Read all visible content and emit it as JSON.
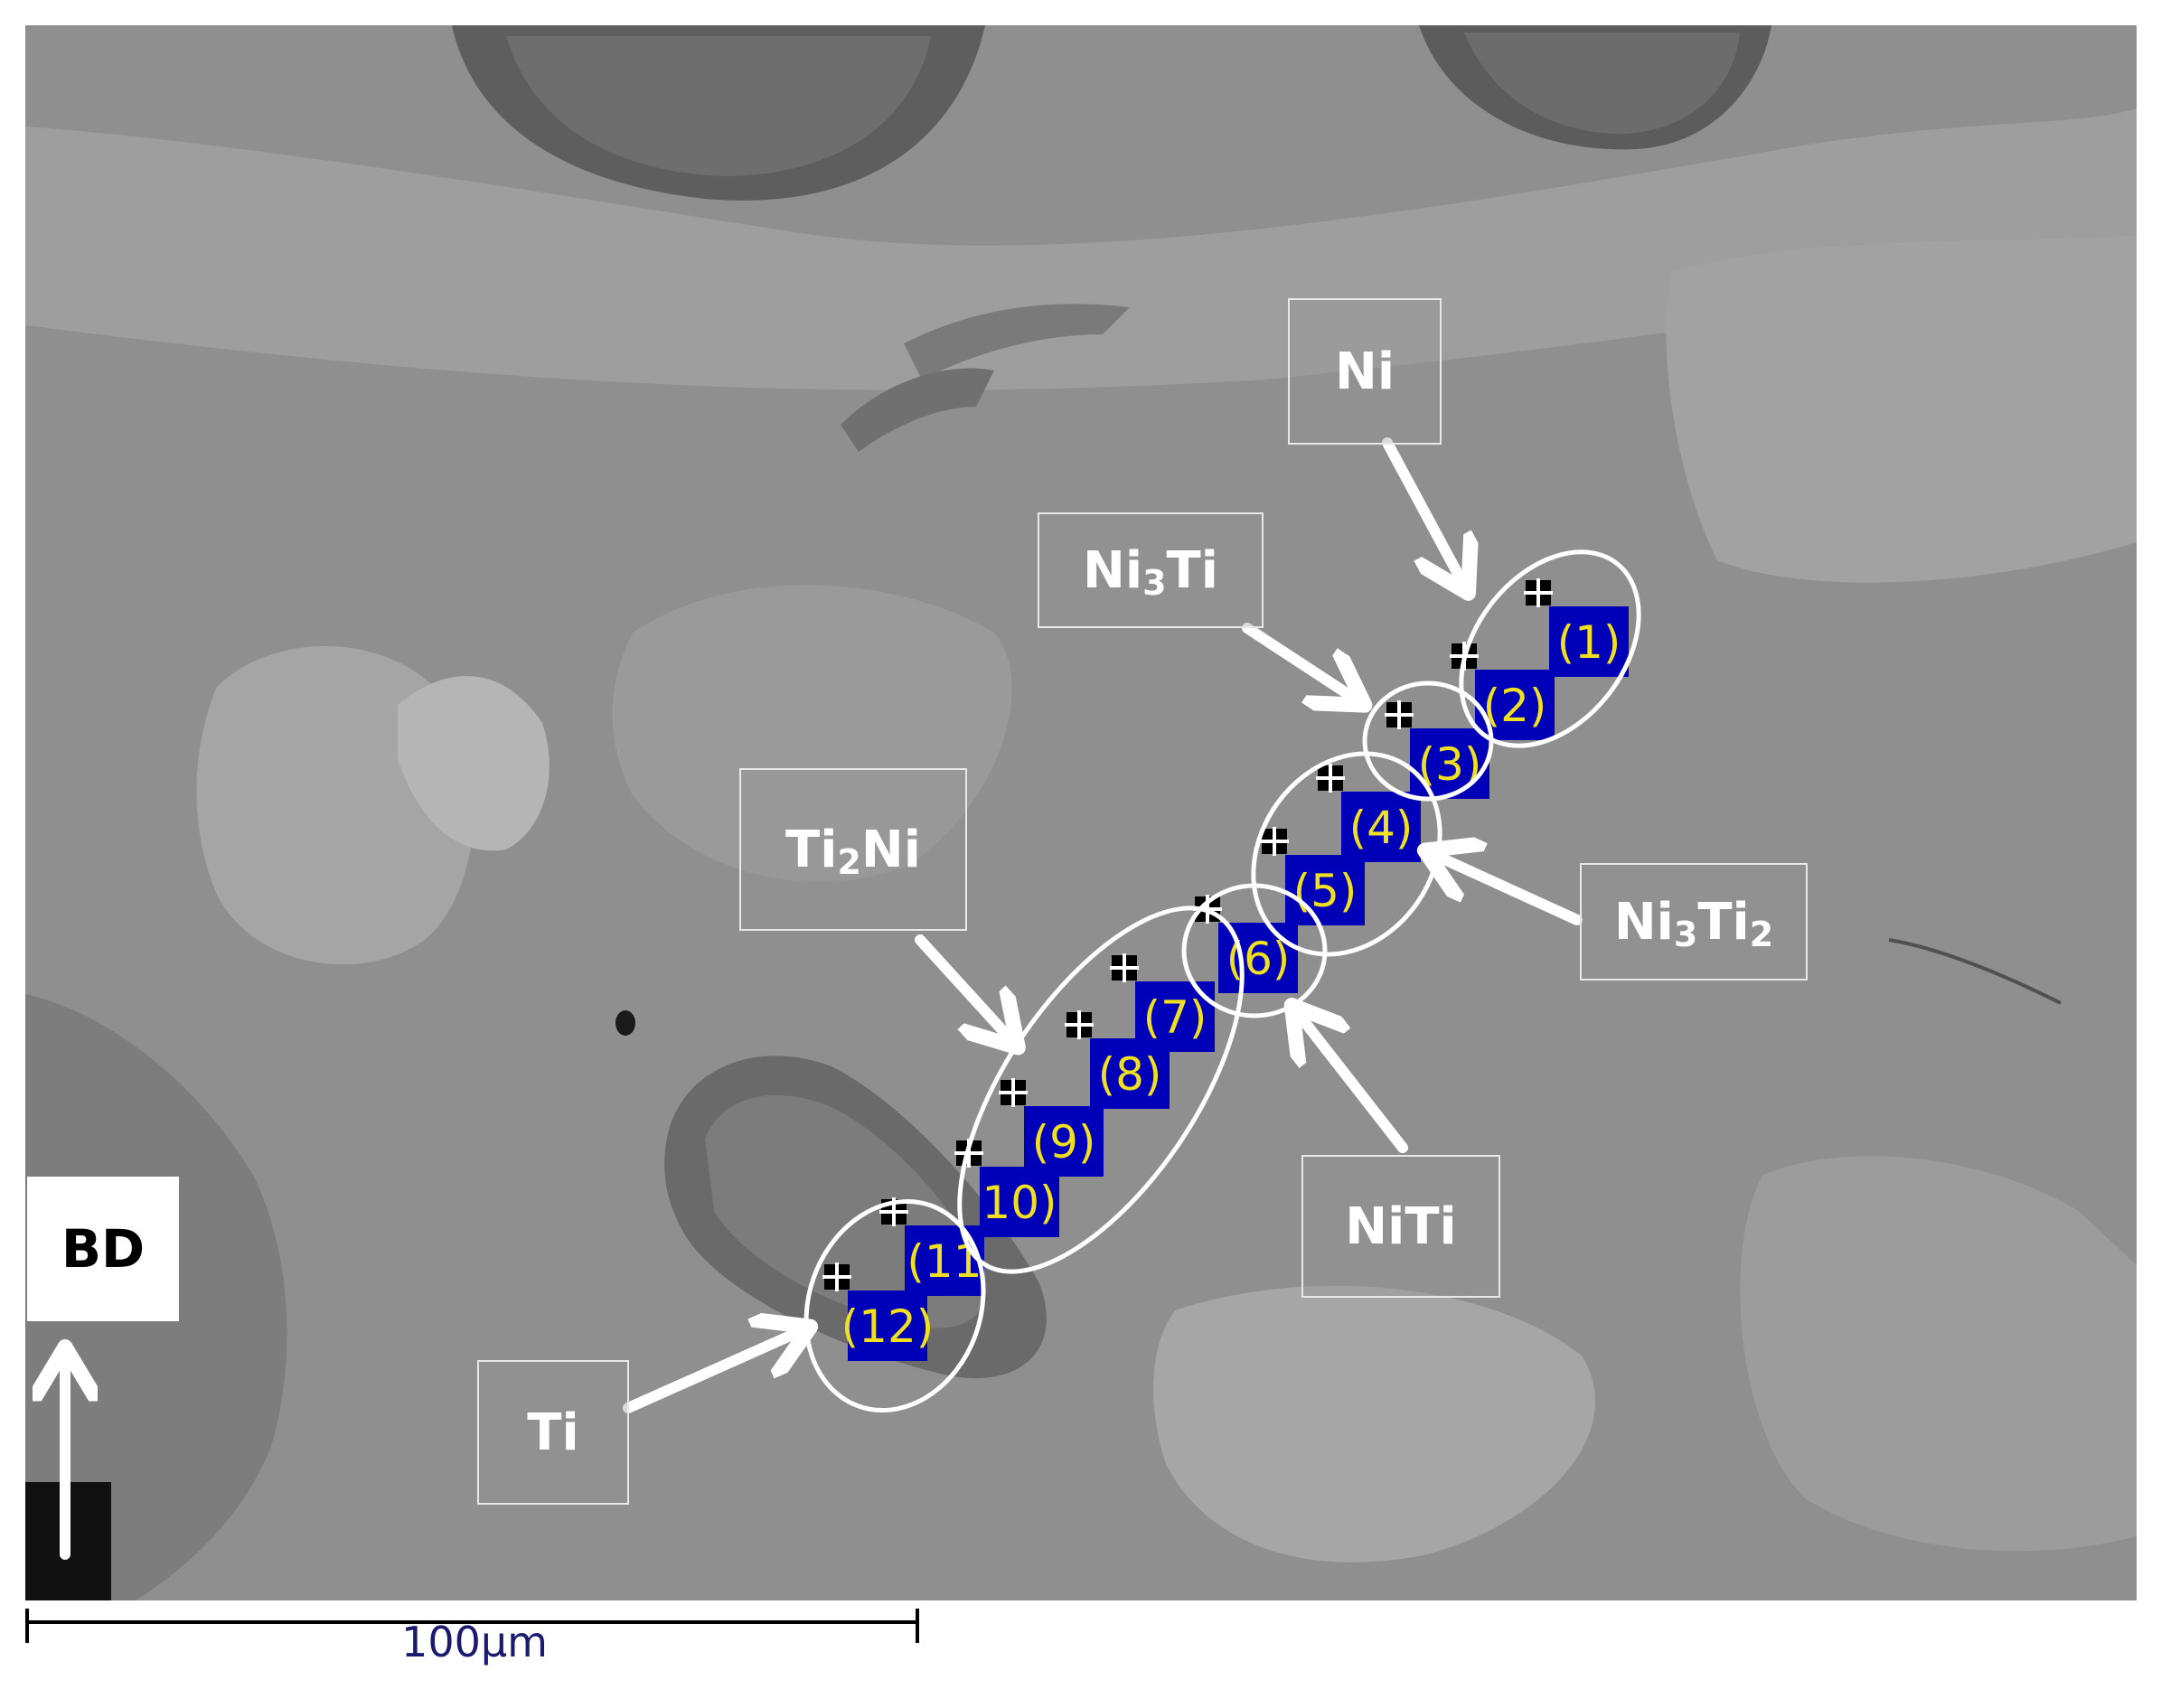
{
  "figure": {
    "orientation_label": "BD",
    "scale_bar_label": "100μm"
  },
  "phases": [
    {
      "id": "ni",
      "base": "Ni",
      "sub1": "",
      "mid": "",
      "sub2": ""
    },
    {
      "id": "ni3ti",
      "base": "Ni",
      "sub1": "3",
      "mid": "Ti",
      "sub2": ""
    },
    {
      "id": "ni3ti2",
      "base": "Ni",
      "sub1": "3",
      "mid": "Ti",
      "sub2": "2"
    },
    {
      "id": "ti2ni",
      "base": "Ti",
      "sub1": "2",
      "mid": "Ni",
      "sub2": ""
    },
    {
      "id": "niti",
      "base": "NiTi",
      "sub1": "",
      "mid": "",
      "sub2": ""
    },
    {
      "id": "ti",
      "base": "Ti",
      "sub1": "",
      "mid": "",
      "sub2": ""
    }
  ],
  "points": [
    "(1)",
    "(2)",
    "(3)",
    "(4)",
    "(5)",
    "(6)",
    "(7)",
    "(8)",
    "(9)",
    "10)",
    "(11",
    "(12)"
  ],
  "colors": {
    "label_fill": "#0000b8",
    "label_text": "#f0e020",
    "annotation": "#ffffff",
    "scale_text": "#1a1a6e"
  }
}
